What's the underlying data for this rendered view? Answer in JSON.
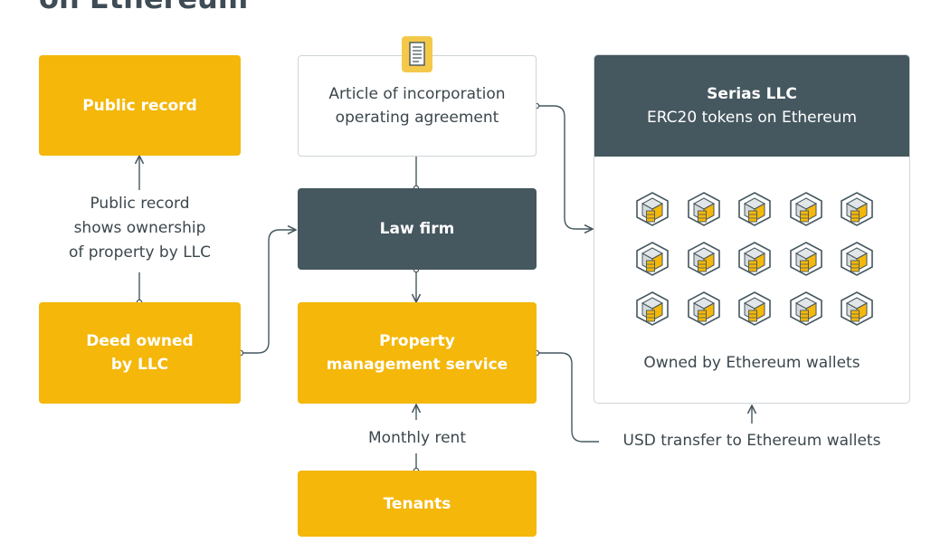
{
  "header": {
    "title": "on Ethereum"
  },
  "nodes": {
    "public_record": "Public record",
    "public_record_note": [
      "Public record",
      "shows ownership",
      "of property by LLC"
    ],
    "deed": [
      "Deed owned",
      "by LLC"
    ],
    "article": [
      "Article of incorporation",
      "operating agreement"
    ],
    "law_firm": "Law firm",
    "pms": [
      "Property",
      "management service"
    ],
    "monthly_rent": "Monthly rent",
    "tenants": "Tenants",
    "usd_transfer": "USD transfer to Ethereum wallets"
  },
  "panel": {
    "title": "Serias LLC",
    "subtitle": "ERC20 tokens on Ethereum",
    "footer": "Owned by Ethereum wallets",
    "token_rows": 3,
    "token_cols": 5
  },
  "icons": {
    "document": "document-icon",
    "token": "token-cube-icon"
  },
  "colors": {
    "yellow": "#f4b70a",
    "dark": "#45575f",
    "text": "#3b474d",
    "border": "#cfd5d8"
  }
}
